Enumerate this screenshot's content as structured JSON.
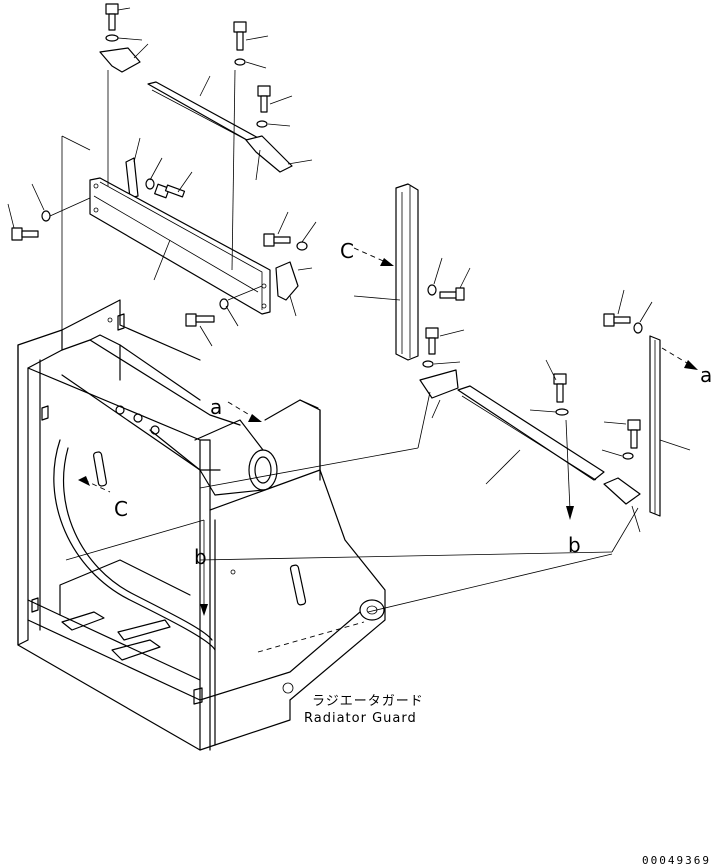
{
  "caption": {
    "japanese": "ラジエータガード",
    "english": "Radiator Guard"
  },
  "view_labels": {
    "a": "a",
    "b": "b",
    "c": "C"
  },
  "drawing_number": "00049369"
}
